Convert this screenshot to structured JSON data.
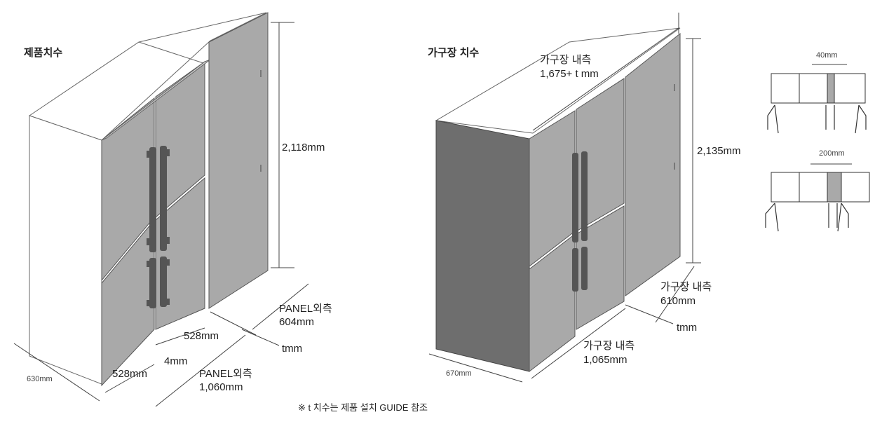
{
  "left": {
    "title": "제품치수",
    "height": "2,118mm",
    "panel_depth_label": "PANEL외측",
    "panel_depth_value": "604mm",
    "door_width_upper": "528mm",
    "gap": "4mm",
    "door_width_lower": "528mm",
    "panel_width_label": "PANEL외측",
    "panel_width_value": "1,060mm",
    "tmm": "tmm",
    "depth": "630mm"
  },
  "right": {
    "title": "가구장 치수",
    "inner_width_top_label": "가구장 내측",
    "inner_width_top_value": "1,675+ t mm",
    "height": "2,135mm",
    "inner_depth_label": "가구장 내측",
    "inner_depth_value": "610mm",
    "tmm": "tmm",
    "inner_width_label": "가구장 내측",
    "inner_width_value": "1,065mm",
    "depth": "670mm"
  },
  "gaps": {
    "top_gap": "40mm",
    "bottom_gap": "200mm"
  },
  "footnote": "※ t 치수는 제품 설치 GUIDE 참조",
  "colors": {
    "door": "#a9a9a9",
    "door_dark": "#8f8f8f",
    "cabinet_side": "#6e6e6e",
    "handle": "#555555"
  }
}
